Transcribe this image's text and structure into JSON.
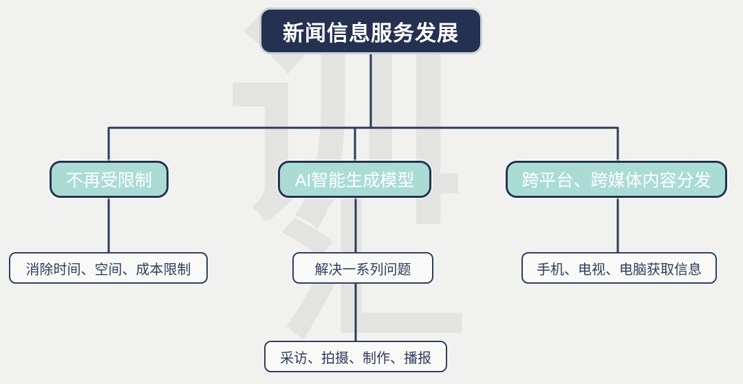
{
  "theme": {
    "bg": "#f1f1f0",
    "navy": "#243150",
    "teal": "#aadcd5",
    "line": "#2b3b59",
    "leaf-bg": "#f9f9f8",
    "leaf-border": "#2e3e5e",
    "leaf-text": "#2e3c5c",
    "node-text": "#ffffff",
    "watermark": "#e3e3e1"
  },
  "diagram": {
    "root": {
      "label": "新闻信息服务发展"
    },
    "branches": [
      {
        "label": "不再受限制",
        "children": [
          {
            "label": "消除时间、空间、成本限制"
          }
        ]
      },
      {
        "label": "AI智能生成模型",
        "children": [
          {
            "label": "解决一系列问题"
          },
          {
            "label": "采访、拍摄、制作、播报"
          }
        ]
      },
      {
        "label": "跨平台、跨媒体内容分发",
        "children": [
          {
            "label": "手机、电视、电脑获取信息"
          }
        ]
      }
    ]
  },
  "watermark": {
    "chars": [
      "训",
      "汇"
    ]
  }
}
